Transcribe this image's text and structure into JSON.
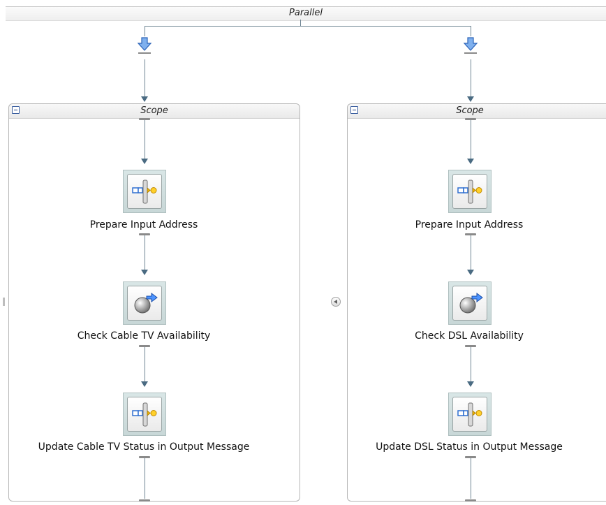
{
  "parallel": {
    "label": "Parallel"
  },
  "branches": [
    {
      "scope_title": "Scope",
      "activities": [
        {
          "label": "Prepare Input Address",
          "icon": "assign-icon"
        },
        {
          "label": "Check Cable TV Availability",
          "icon": "invoke-icon"
        },
        {
          "label": "Update Cable TV Status in Output Message",
          "icon": "assign-icon"
        }
      ]
    },
    {
      "scope_title": "Scope",
      "activities": [
        {
          "label": "Prepare Input Address",
          "icon": "assign-icon"
        },
        {
          "label": "Check DSL Availability",
          "icon": "invoke-icon"
        },
        {
          "label": "Update DSL Status in Output Message",
          "icon": "assign-icon"
        }
      ]
    }
  ],
  "colors": {
    "connector": "#6f8593",
    "arrow": "#4a6b82",
    "branch_icon": "#3a7bd5",
    "assign_icon_accent": "#f0b400",
    "invoke_icon_accent": "#2f6fd0"
  }
}
